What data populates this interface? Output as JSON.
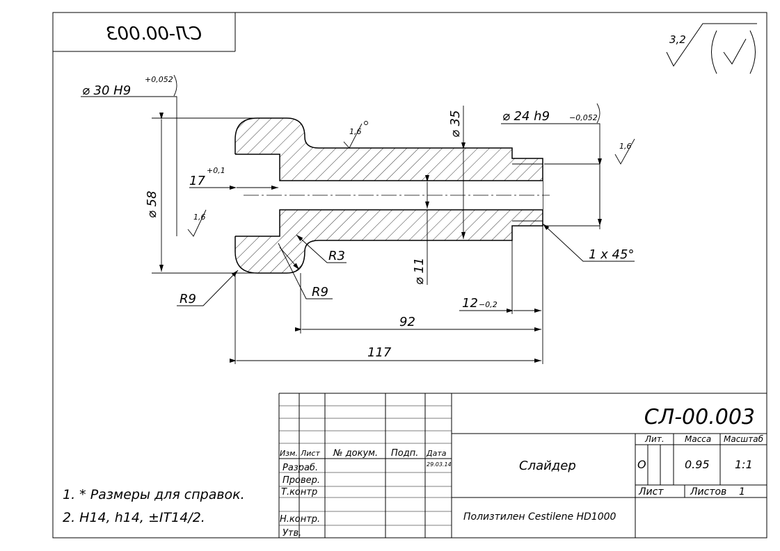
{
  "sheet": {
    "mirrored_code": "СЛ-00.003",
    "roughness": "3,2"
  },
  "dims": {
    "d30": "⌀ 30 H9",
    "d30_tol": "+0,052",
    "d24": "⌀ 24 h9",
    "d24_tol": "−0,052",
    "d35": "⌀ 35",
    "d58": "⌀ 58",
    "d11": "⌀ 11",
    "r3": "R3",
    "r9a": "R9",
    "r9b": "R9",
    "len17": "17",
    "len17_tol": "+0,1",
    "len12": "12",
    "len12_tol": "−0,2",
    "len92": "92",
    "len117": "117",
    "chamfer": "1 x 45°",
    "rough_a": "1,6",
    "rough_b": "1,6",
    "rough_c": "1,6"
  },
  "notes": [
    "1.   * Размеры для справок.",
    "2.  H14, h14, ±IT14/2."
  ],
  "title_block": {
    "code": "СЛ-00.003",
    "headers": [
      "Изм.",
      "Лист",
      "№ докум.",
      "Подп.",
      "Дата"
    ],
    "roles": [
      "Разраб.",
      "Провер.",
      "Т.контр",
      "Н.контр.",
      "Утв."
    ],
    "date": "29.03.14",
    "name": "Слайдер",
    "material": "Полизтилен Cestilene HD1000",
    "lit_label": "Лит.",
    "mass_label": "Масса",
    "scale_label": "Масштаб",
    "lit_value": "О",
    "mass_value": "0.95",
    "scale_value": "1:1",
    "sheet_label": "Лист",
    "sheets_label": "Листов",
    "sheets_value": "1"
  }
}
